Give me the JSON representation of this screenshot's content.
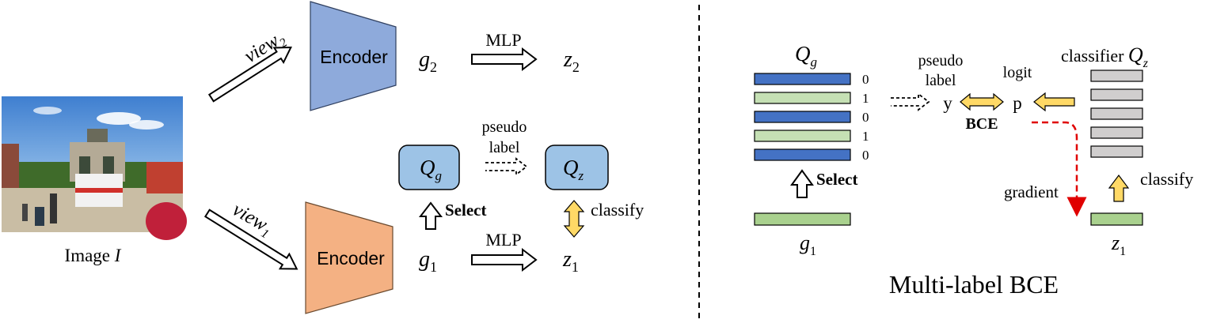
{
  "left": {
    "image_caption": "Image ",
    "image_symbol": "I",
    "view2": {
      "base": "view",
      "sub": "2"
    },
    "view1": {
      "base": "view",
      "sub": "1"
    },
    "encoder_top_label": "Encoder",
    "encoder_bottom_label": "Encoder",
    "g2": {
      "base": "g",
      "sub": "2"
    },
    "z2": {
      "base": "z",
      "sub": "2"
    },
    "g1": {
      "base": "g",
      "sub": "1"
    },
    "z1": {
      "base": "z",
      "sub": "1"
    },
    "mlp_top": "MLP",
    "mlp_bottom": "MLP",
    "qg": {
      "base": "Q",
      "sub": "g"
    },
    "qz": {
      "base": "Q",
      "sub": "z"
    },
    "pseudo_line1": "pseudo",
    "pseudo_line2": "label",
    "select_label": "Select",
    "classify_label": "classify",
    "colors": {
      "encoder_top": "#8eaadb",
      "encoder_bottom": "#f4b183",
      "q_box": "#9dc3e6",
      "yellow_arrow": "#ffd966"
    }
  },
  "right": {
    "qg": {
      "base": "Q",
      "sub": "g"
    },
    "bits": [
      "0",
      "1",
      "0",
      "1",
      "0"
    ],
    "bar_colors": [
      "#4472c4",
      "#c5e0b4",
      "#4472c4",
      "#c5e0b4",
      "#4472c4"
    ],
    "pseudo_line1": "pseudo",
    "pseudo_line2": "label",
    "y_label": "y",
    "p_label": "p",
    "logit_label": "logit",
    "bce_label": "BCE",
    "classifier_prefix": "classifier ",
    "classifier_q": {
      "base": "Q",
      "sub": "z"
    },
    "select_label": "Select",
    "gradient_label": "gradient",
    "classify_label": "classify",
    "g1": {
      "base": "g",
      "sub": "1"
    },
    "z1": {
      "base": "z",
      "sub": "1"
    },
    "title": "Multi-label BCE",
    "colors": {
      "gray_bar": "#d0cece",
      "g1_bar": "#a9d18e",
      "z1_bar": "#a9d18e",
      "gradient": "#e00000"
    }
  }
}
